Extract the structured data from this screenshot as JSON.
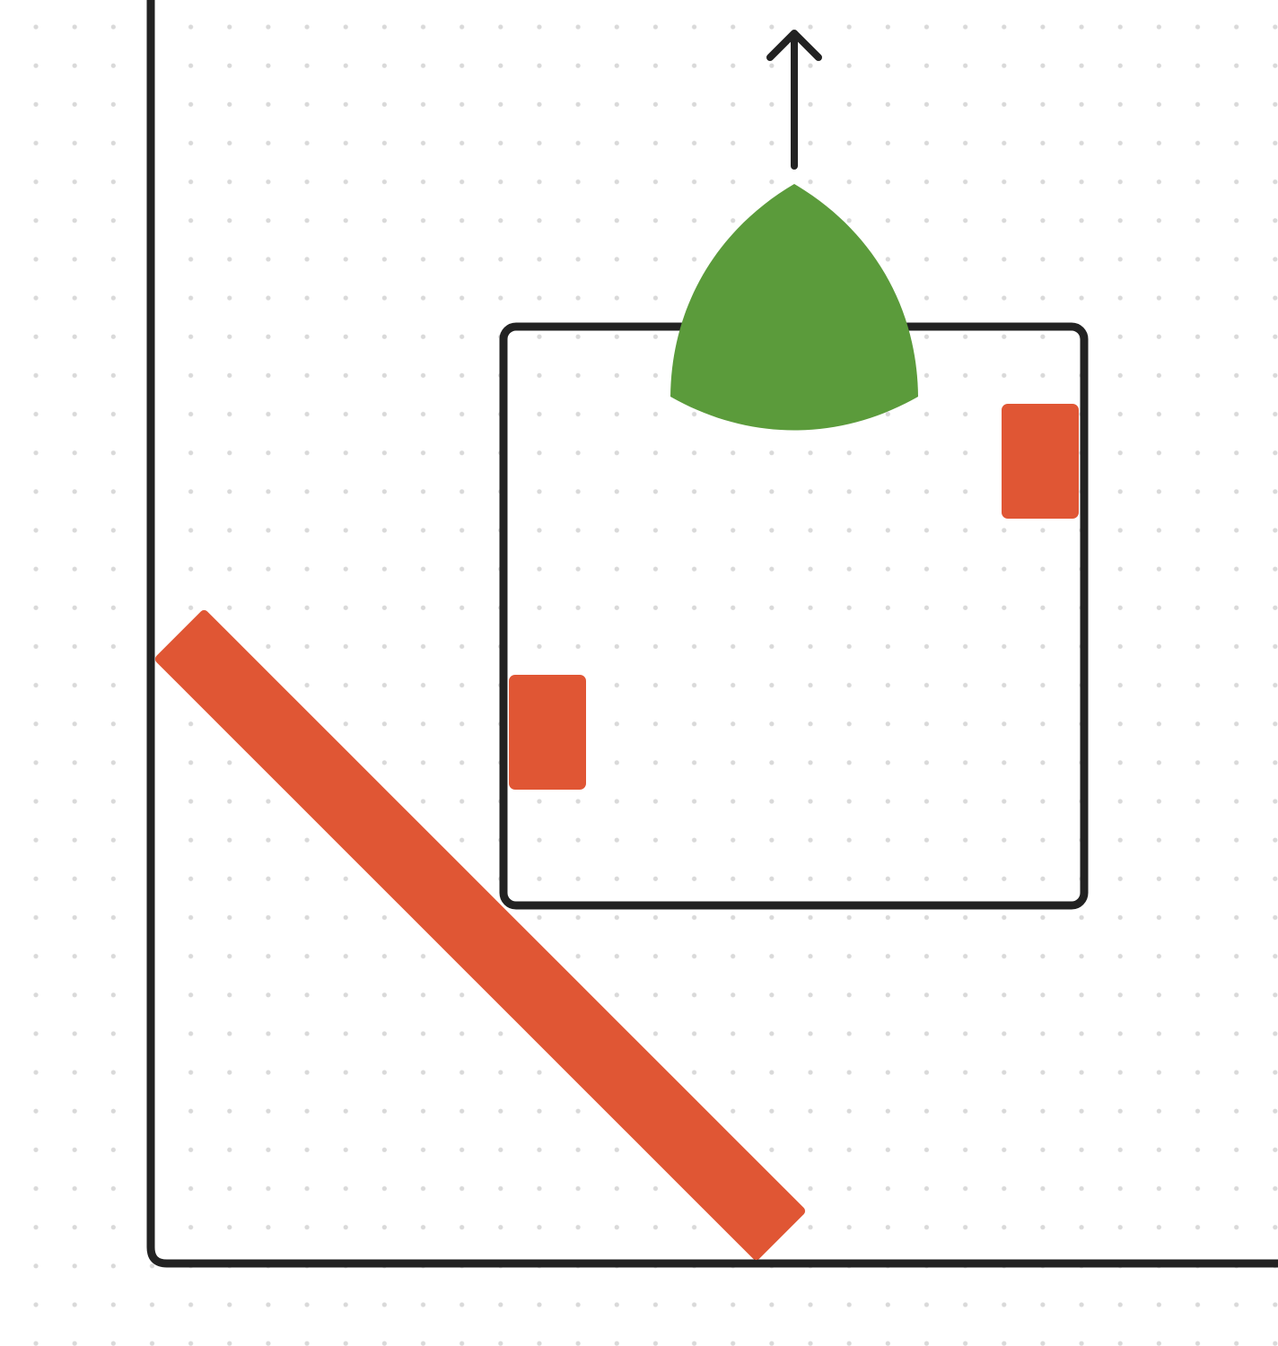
{
  "canvas": {
    "background": "#ffffff",
    "grid": "dotted",
    "grid_dot_color": "#d9d9d9"
  },
  "colors": {
    "stroke": "#222222",
    "accent_orange": "#e05634",
    "accent_green": "#5b9b3b"
  },
  "shapes": {
    "outer_frame": {
      "kind": "corner-frame",
      "icon": "frame-lines"
    },
    "inner_box": {
      "kind": "rounded-rectangle"
    },
    "green_sector": {
      "kind": "reuleaux-sector"
    },
    "arrow": {
      "kind": "up-arrow",
      "icon": "arrow-up-icon"
    },
    "diagonal_bar": {
      "kind": "rotated-rectangle"
    },
    "tab_right": {
      "kind": "rectangle"
    },
    "tab_left": {
      "kind": "rectangle"
    }
  }
}
